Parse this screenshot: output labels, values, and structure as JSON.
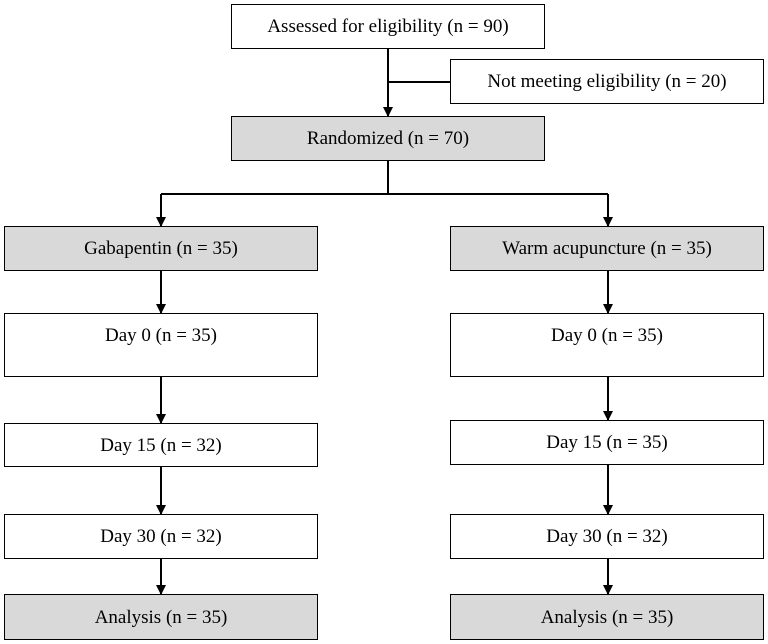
{
  "colors": {
    "box_fill": "#ffffff",
    "shaded_fill": "#d9d9d9",
    "stroke": "#000000"
  },
  "flow": {
    "assessed": "Assessed for eligibility (n = 90)",
    "excluded": "Not meeting eligibility (n = 20)",
    "randomized": "Randomized (n = 70)"
  },
  "groups": {
    "gabapentin": {
      "title": "Gabapentin (n = 35)",
      "day0": "Day 0 (n = 35)",
      "day15": "Day 15 (n = 32)",
      "day30": "Day 30 (n = 32)",
      "analysis": "Analysis (n = 35)"
    },
    "acupuncture": {
      "title": "Warm acupuncture (n = 35)",
      "day0": "Day 0 (n = 35)",
      "day15": "Day 15 (n = 35)",
      "day30": "Day 30 (n = 32)",
      "analysis": "Analysis (n = 35)"
    }
  }
}
